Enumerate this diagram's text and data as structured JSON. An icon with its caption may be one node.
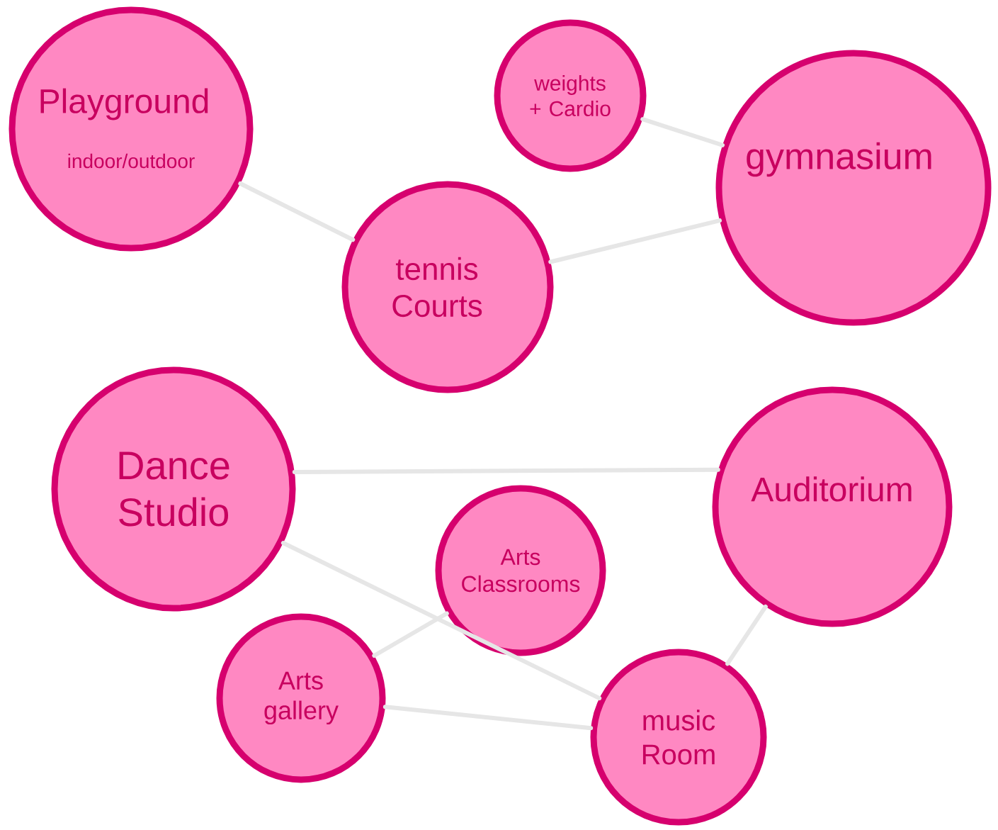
{
  "diagram": {
    "nodes": [
      {
        "text": [
          "Playground",
          "indoor/outdoor"
        ]
      },
      {
        "text": [
          "weights + Cardio"
        ]
      },
      {
        "text": [
          "gymnasium"
        ]
      },
      {
        "text": [
          "tennis Courts"
        ]
      },
      {
        "text": [
          "Dance Studio"
        ]
      },
      {
        "text": [
          "Auditorium"
        ]
      },
      {
        "text": [
          "Arts Classrooms"
        ]
      },
      {
        "text": [
          "Arts gallery"
        ]
      },
      {
        "text": [
          "music Room"
        ]
      }
    ],
    "edges": [
      {
        "from": 0,
        "to": 3,
        "arrow": "none"
      },
      {
        "from": 1,
        "to": 2,
        "arrow": "none"
      },
      {
        "from": 3,
        "to": 2,
        "arrow": "none"
      },
      {
        "from": 4,
        "to": 5,
        "arrow": "none"
      },
      {
        "from": 4,
        "to": 8,
        "arrow": "none"
      },
      {
        "from": 6,
        "to": 7,
        "arrow": "none"
      },
      {
        "from": 7,
        "to": 8,
        "arrow": "none"
      },
      {
        "from": 5,
        "to": 8,
        "arrow": "none"
      }
    ]
  }
}
